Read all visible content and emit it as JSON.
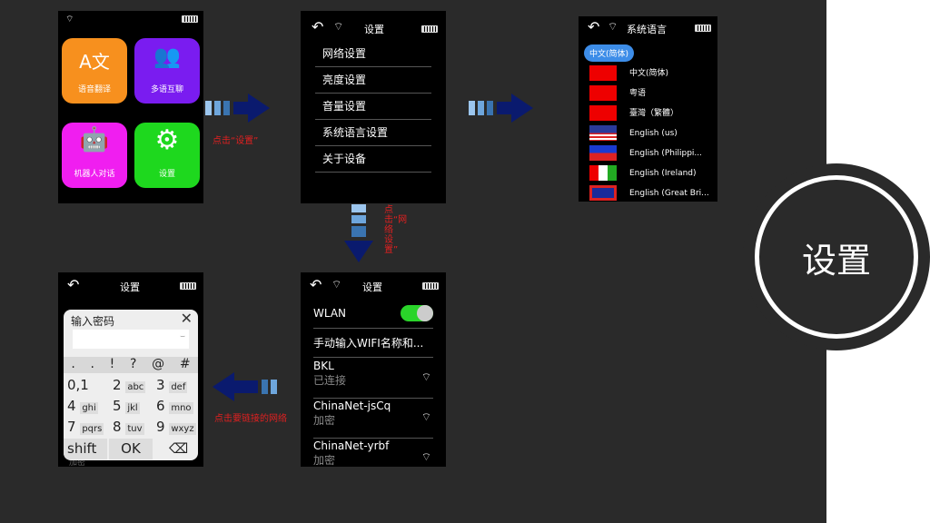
{
  "home": {
    "apps": [
      {
        "label": "语音翻译",
        "color": "#f7901e"
      },
      {
        "label": "多语互聊",
        "color": "#7a1cf0"
      },
      {
        "label": "机器人对话",
        "color": "#f01ef0"
      },
      {
        "label": "设置",
        "color": "#1ed81e"
      }
    ]
  },
  "step1_caption": "点击“设置”",
  "settings": {
    "title": "设置",
    "items": [
      "网络设置",
      "亮度设置",
      "音量设置",
      "系统语言设置",
      "关于设备"
    ]
  },
  "step2_caption": "点击“网络设置”",
  "language": {
    "title": "系统语言",
    "selected": "中文(简体)",
    "items": [
      "中文(简体)",
      "粤语",
      "臺灣（繁體）",
      "English (us)",
      "English (Philippi...",
      "English (Ireland)",
      "English (Great Bri..."
    ]
  },
  "wifi": {
    "title": "设置",
    "wlan_label": "WLAN",
    "wlan_on": true,
    "manual": "手动输入WIFI名称和...",
    "networks": [
      {
        "name": "BKL",
        "status": "已连接"
      },
      {
        "name": "ChinaNet-jsCq",
        "status": "加密"
      },
      {
        "name": "ChinaNet-yrbf",
        "status": "加密"
      }
    ]
  },
  "step3_caption": "点击要链接的网络",
  "password": {
    "title": "设置",
    "dialog_title": "输入密码",
    "symbols": [
      ".",
      ".",
      "!",
      "?",
      "@",
      "#"
    ],
    "keys": [
      [
        "0,1",
        ""
      ],
      [
        "2",
        "abc"
      ],
      [
        "3",
        "def"
      ],
      [
        "4",
        "ghi"
      ],
      [
        "5",
        "jkl"
      ],
      [
        "6",
        "mno"
      ],
      [
        "7",
        "pqrs"
      ],
      [
        "8",
        "tuv"
      ],
      [
        "9",
        "wxyz"
      ]
    ],
    "shift": "shift",
    "ok": "OK",
    "behind_status": "加密"
  },
  "badge": "设置"
}
